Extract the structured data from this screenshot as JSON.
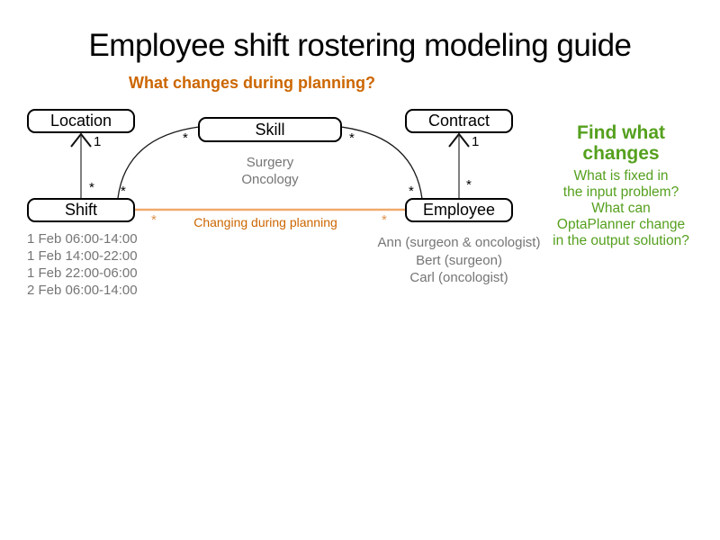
{
  "slide": {
    "title": "Employee shift rostering modeling guide",
    "subtitle": "What changes during planning?"
  },
  "entities": {
    "location": "Location",
    "skill": "Skill",
    "contract": "Contract",
    "shift": "Shift",
    "employee": "Employee"
  },
  "multiplicity": {
    "one": "1",
    "many": "*"
  },
  "annotations": {
    "changing_label": "Changing during planning",
    "skill_examples": [
      "Surgery",
      "Oncology"
    ],
    "shift_examples": [
      "1 Feb 06:00-14:00",
      "1 Feb 14:00-22:00",
      "1 Feb 22:00-06:00",
      "2 Feb 06:00-14:00"
    ],
    "employee_examples": [
      "Ann (surgeon & oncologist)",
      "Bert (surgeon)",
      "Carl (oncologist)"
    ]
  },
  "sidebar": {
    "heading_lines": [
      "Find what",
      "changes"
    ],
    "body_lines": [
      "What is fixed in",
      "the input problem?",
      "What can",
      "OptaPlanner change",
      "in the output solution?"
    ]
  },
  "colors": {
    "title_black": "#000000",
    "accent_orange": "#cc6600",
    "association_orange": "#efa96b",
    "accent_green": "#55a01e",
    "example_gray": "#757575",
    "arrow_gray": "#808080"
  }
}
